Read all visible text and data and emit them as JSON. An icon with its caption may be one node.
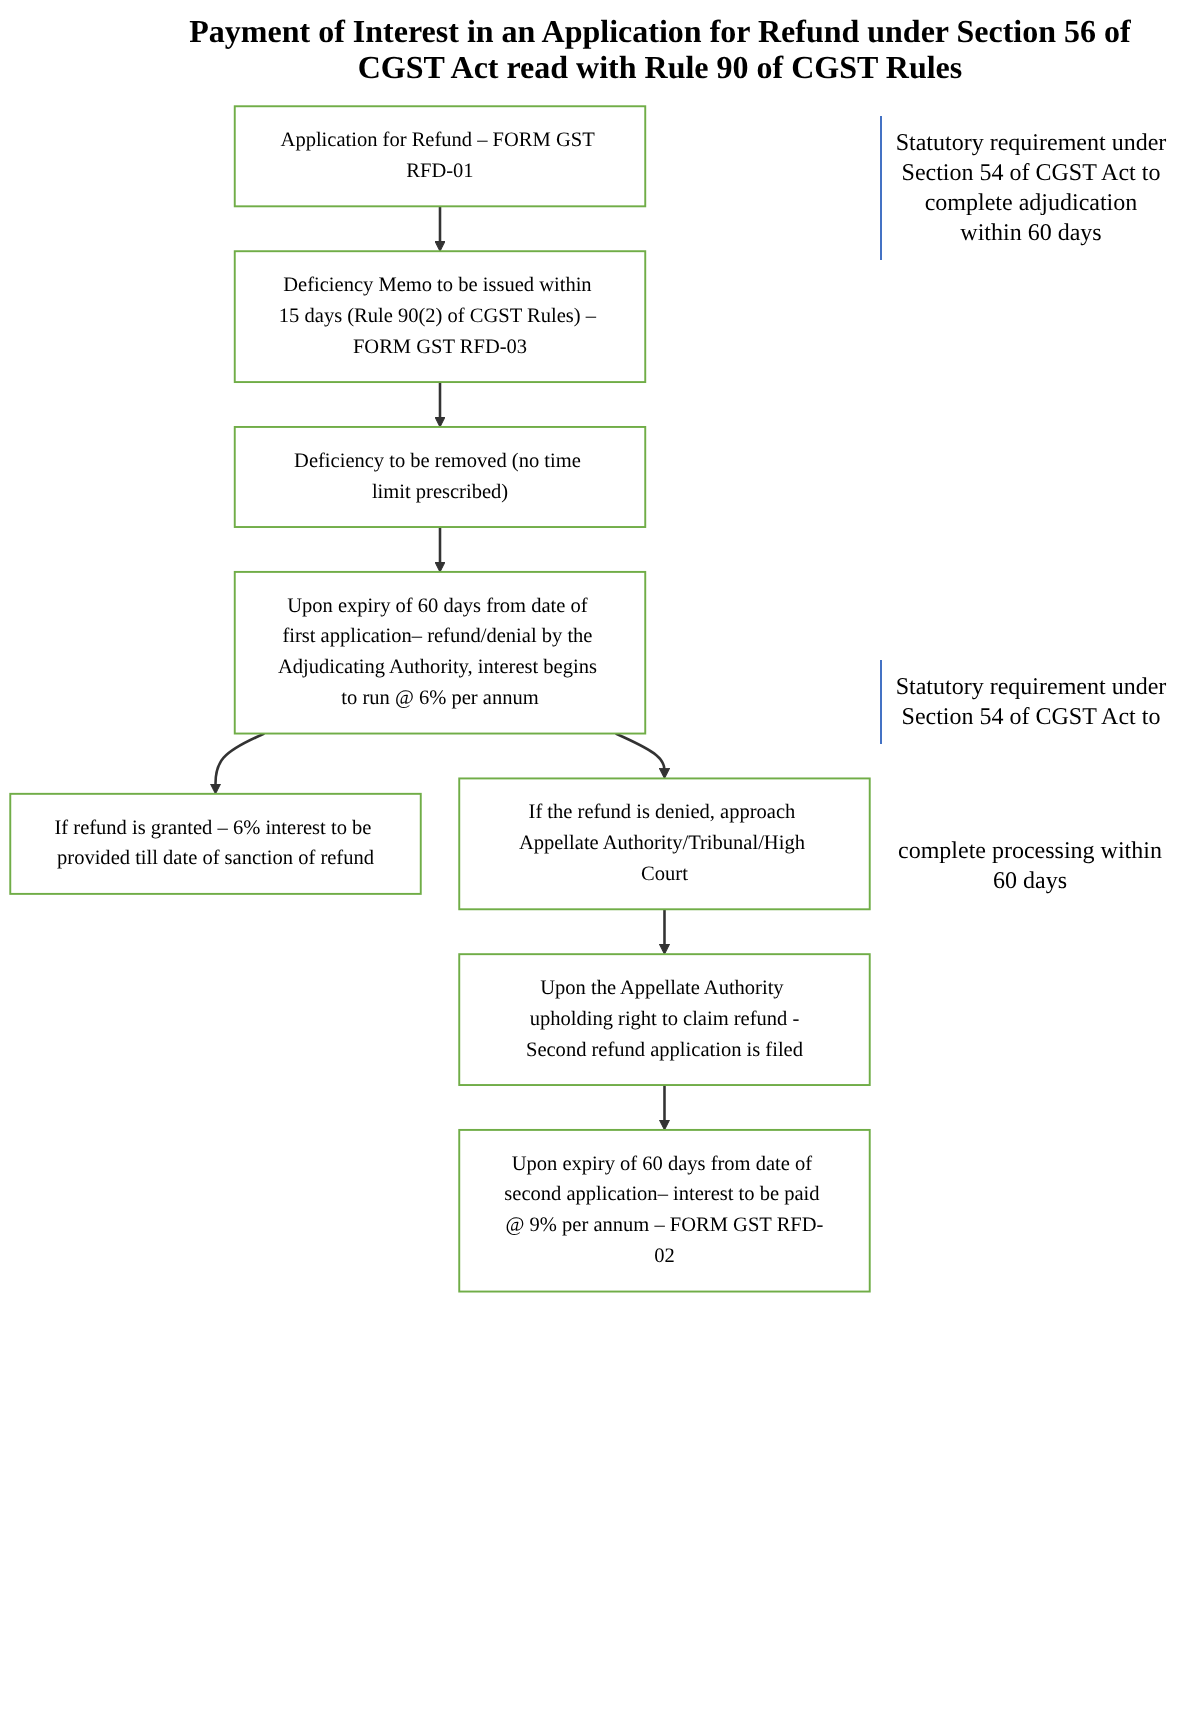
{
  "diagram": {
    "title": "Payment of Interest in an Application for Refund under Section 56 of CGST Act read with Rule 90 of CGST Rules",
    "nodes": [
      {
        "text": [
          "Application for Refund – FORM GST RFD-01"
        ]
      },
      {
        "text": [
          "Deficiency Memo to be issued within 15 days (Rule 90(2) of CGST Rules) – FORM GST RFD-03"
        ]
      },
      {
        "text": [
          "Deficiency to be removed (no time limit prescribed)"
        ]
      },
      {
        "text": [
          "Upon expiry of 60 days from date of first application– refund/denial by the Adjudicating Authority, interest begins to run @ 6% per annum"
        ]
      },
      {
        "text": [
          "If refund is granted – 6% interest to be provided till date of sanction of refund"
        ]
      },
      {
        "text": [
          "If the refund is denied, approach Appellate Authority/Tribunal/High Court"
        ]
      },
      {
        "text": [
          "Upon the Appellate Authority upholding right to claim refund -Second refund application is filed"
        ]
      },
      {
        "text": [
          "Upon expiry of 60 days from date of second application– interest to be paid @ 9% per annum – FORM GST RFD-02"
        ]
      }
    ],
    "edges": [
      {
        "from": 0,
        "to": 1,
        "arrow": "to"
      },
      {
        "from": 1,
        "to": 2,
        "arrow": "to"
      },
      {
        "from": 2,
        "to": 3,
        "arrow": "to"
      },
      {
        "from": 3,
        "to": 4,
        "arrow": "to"
      },
      {
        "from": 3,
        "to": 5,
        "arrow": "to"
      },
      {
        "from": 5,
        "to": 6,
        "arrow": "to"
      },
      {
        "from": 6,
        "to": 7,
        "arrow": "to"
      }
    ],
    "labels": [
      "Statutory requirement under Section 54 of CGST Act to complete adjudication within 60 days",
      "Statutory requirement under Section 54 of CGST Act to",
      "complete processing within 60 days"
    ]
  }
}
